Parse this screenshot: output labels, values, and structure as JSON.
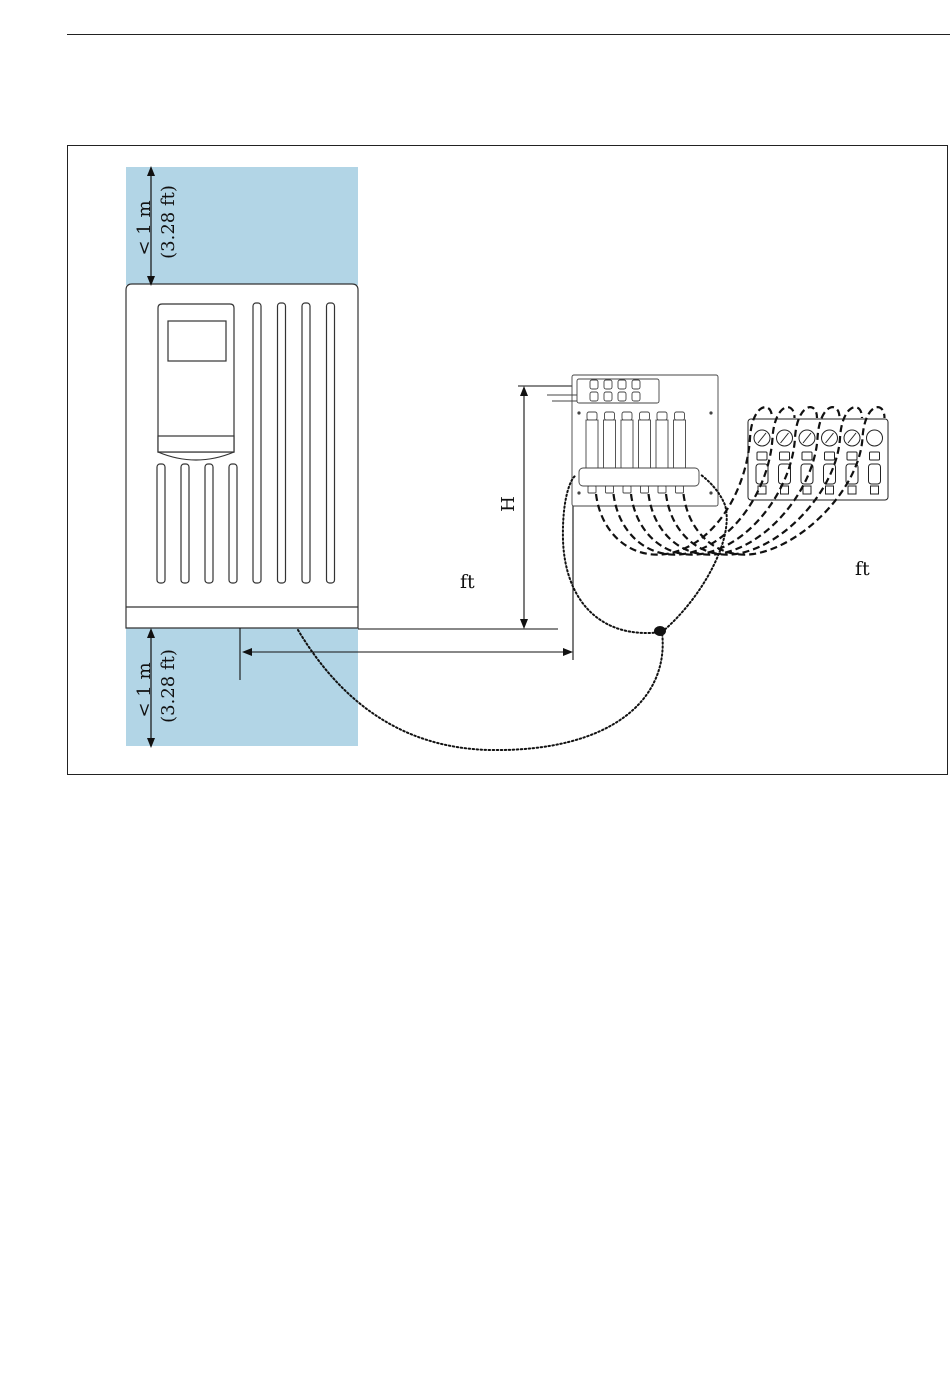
{
  "labels": {
    "clearance_top_value": "< 1 m",
    "clearance_top_imperial": "(3.28 ft)",
    "clearance_bottom_value": "< 1 m",
    "clearance_bottom_imperial": "(3.28 ft)",
    "height_symbol": "H",
    "unit_left": "ft",
    "unit_right": "ft"
  },
  "colors": {
    "clearance_zone": "#b2d5e6",
    "line": "#111111",
    "cabinet_line": "#333333"
  },
  "components": {
    "cabinet_vent_slots_right": 4,
    "cabinet_vent_slots_lower": 4,
    "manifold_valves": 6,
    "panel_sensors": 6
  }
}
